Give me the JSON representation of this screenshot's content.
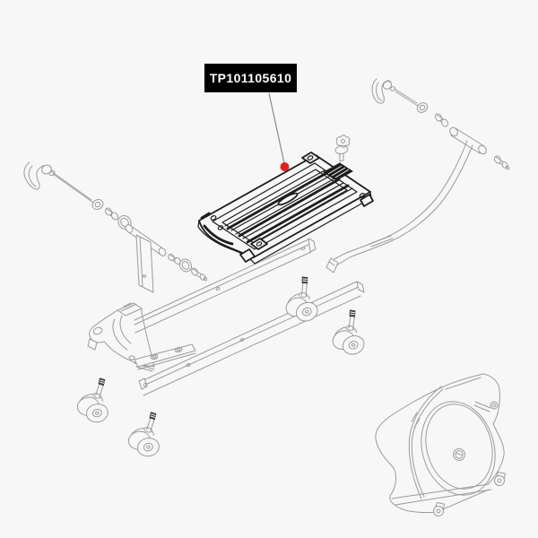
{
  "label": {
    "part_number": "TP101105610"
  },
  "colors": {
    "background": "#f7f7f7",
    "label_bg": "#000000",
    "label_text": "#ffffff",
    "marker_red": "#e02020",
    "highlight_line": "#1d1d1b",
    "secondary_line": "#9b9b9b"
  },
  "diagram": {
    "highlighted_part": "wheel-tray-plate",
    "parts": [
      "quick-release-skewer-left",
      "axle-adapters-left",
      "fork-mount-bracket-left",
      "wheel-tray-plate",
      "mounting-screw",
      "quick-release-skewer-right",
      "axle-adapters-right",
      "support-leg-tube",
      "frame-rail-upper",
      "frame-rail-lower",
      "foot-stand",
      "caster-wheel-1",
      "caster-wheel-2",
      "caster-wheel-3",
      "caster-wheel-4",
      "bike-travel-case"
    ]
  }
}
